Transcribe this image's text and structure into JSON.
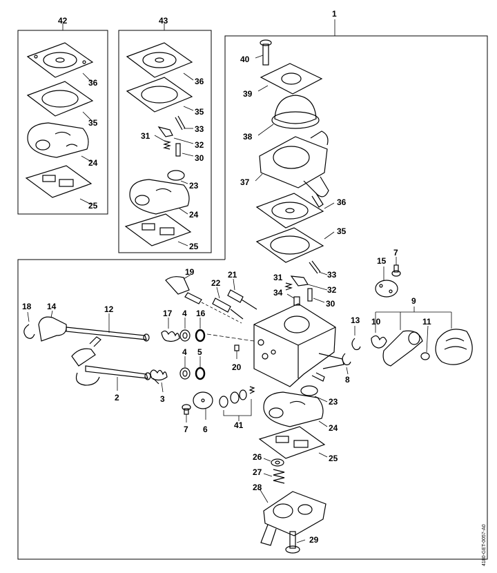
{
  "drawing_id": "4180-GET-0057-A0",
  "labels": {
    "l1": "1",
    "l2": "2",
    "l3": "3",
    "l4a": "4",
    "l4b": "4",
    "l5": "5",
    "l6": "6",
    "l7a": "7",
    "l7b": "7",
    "l8": "8",
    "l9": "9",
    "l10": "10",
    "l11": "11",
    "l12": "12",
    "l13": "13",
    "l14": "14",
    "l15": "15",
    "l16": "16",
    "l17": "17",
    "l18": "18",
    "l19": "19",
    "l20": "20",
    "l21": "21",
    "l22": "22",
    "l23a": "23",
    "l23b": "23",
    "l24a": "24",
    "l24b": "24",
    "l24c": "24",
    "l25a": "25",
    "l25b": "25",
    "l25c": "25",
    "l26": "26",
    "l27": "27",
    "l28": "28",
    "l29": "29",
    "l30a": "30",
    "l30b": "30",
    "l31a": "31",
    "l31b": "31",
    "l32a": "32",
    "l32b": "32",
    "l33a": "33",
    "l33b": "33",
    "l34": "34",
    "l35a": "35",
    "l35b": "35",
    "l35c": "35",
    "l36a": "36",
    "l36b": "36",
    "l36c": "36",
    "l37": "37",
    "l38": "38",
    "l39": "39",
    "l40": "40",
    "l41": "41",
    "l42": "42",
    "l43": "43"
  }
}
